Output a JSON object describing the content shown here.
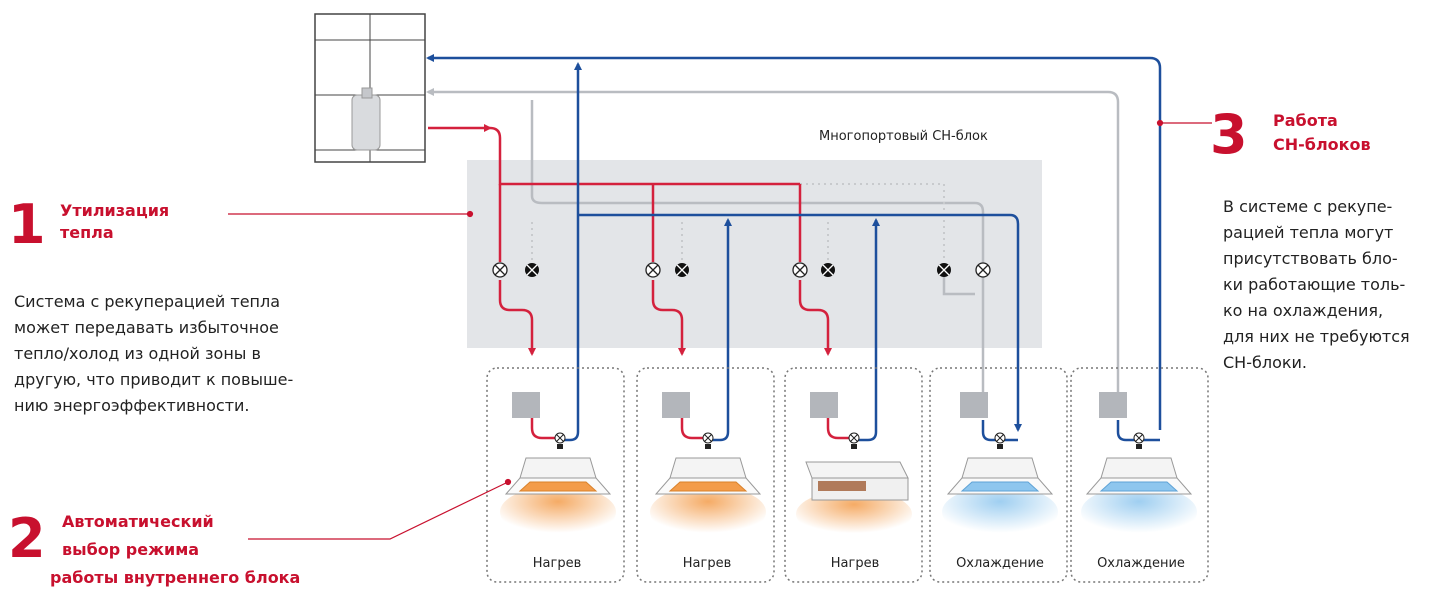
{
  "section1": {
    "number": "1",
    "title_line1": "Утилизация",
    "title_line2": "тепла",
    "text_lines": [
      "Система с рекуперацией тепла",
      "может передавать избыточное",
      "тепло/холод из одной зоны в",
      "другую, что приводит к повыше-",
      "нию энергоэффективности."
    ]
  },
  "section2": {
    "number": "2",
    "title_line1": "Автоматический",
    "title_line2": "выбор режима",
    "title_line3": "работы внутреннего блока"
  },
  "section3": {
    "number": "3",
    "title_line1": "Работа",
    "title_line2": "СН-блоков",
    "text_lines": [
      "В системе с рекупе-",
      "рацией тепла могут",
      "присутствовать бло-",
      "ки работающие толь-",
      "ко на охлаждения,",
      "для них не требуются",
      "СН-блоки."
    ]
  },
  "hub": {
    "label": "Многопортовый СН-блок"
  },
  "units": [
    {
      "label": "Нагрев",
      "mode": "heat"
    },
    {
      "label": "Нагрев",
      "mode": "heat"
    },
    {
      "label": "Нагрев",
      "mode": "heat"
    },
    {
      "label": "Охлаждение",
      "mode": "cool"
    },
    {
      "label": "Охлаждение",
      "mode": "cool"
    }
  ],
  "colors": {
    "accent": "#c8102e",
    "pipe_red": "#d4213d",
    "pipe_blue": "#1d4f9c",
    "pipe_gray": "#b9bcc1",
    "hub_fill": "#e3e5e8",
    "heat_glow": "#f39c4a",
    "cool_glow": "#8ec6ee"
  }
}
